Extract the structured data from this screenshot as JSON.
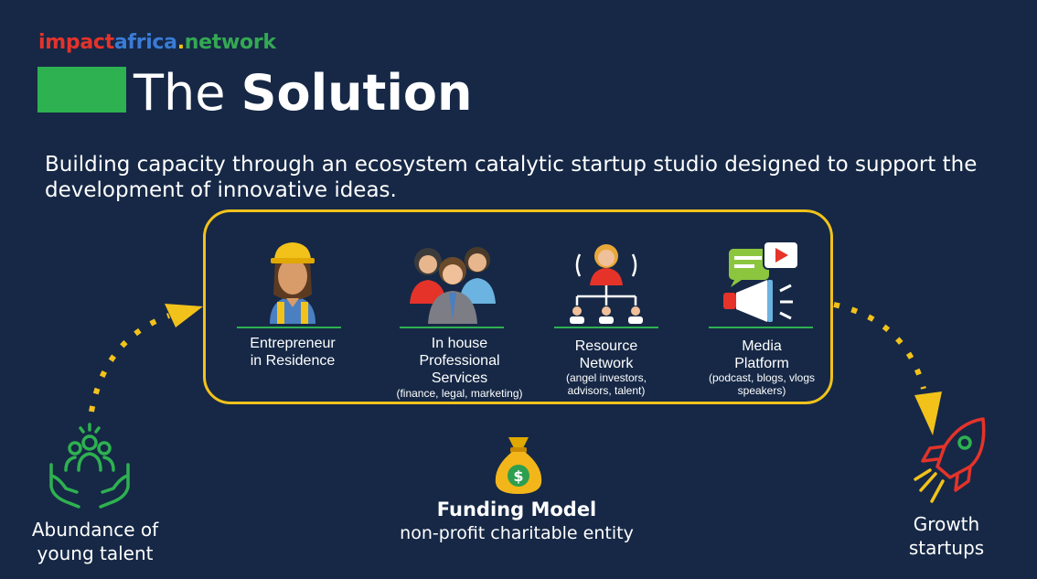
{
  "brand": {
    "part1": "impact",
    "part2": "africa",
    "dot": ".",
    "part3": "network"
  },
  "title": {
    "light": "The",
    "bold": "Solution"
  },
  "subtitle": "Building capacity through an ecosystem catalytic startup studio designed to support the development of innovative ideas.",
  "studio": {
    "items": [
      {
        "label_lines": [
          "Entrepreneur",
          "in Residence"
        ],
        "detail": [],
        "icon": "construction-worker-icon"
      },
      {
        "label_lines": [
          "In house",
          "Professional",
          "Services"
        ],
        "detail": [
          "(finance, legal, marketing)"
        ],
        "icon": "team-icon"
      },
      {
        "label_lines": [
          "Resource",
          "Network"
        ],
        "detail": [
          "(angel investors,",
          "advisors, talent)"
        ],
        "icon": "network-hierarchy-icon"
      },
      {
        "label_lines": [
          "Media",
          "Platform"
        ],
        "detail": [
          "(podcast, blogs, vlogs",
          "speakers)"
        ],
        "icon": "megaphone-media-icon"
      }
    ]
  },
  "input": {
    "label_lines": [
      "Abundance of",
      "young talent"
    ],
    "icon": "hands-people-icon"
  },
  "output": {
    "label_lines": [
      "Growth",
      "startups"
    ],
    "icon": "rocket-icon"
  },
  "funding": {
    "title": "Funding Model",
    "subtitle": "non-profit charitable entity",
    "icon": "money-bag-icon"
  },
  "colors": {
    "background": "#162846",
    "accent_yellow": "#f2c21b",
    "accent_green": "#2eb150",
    "rocket_red": "#e5332a"
  }
}
